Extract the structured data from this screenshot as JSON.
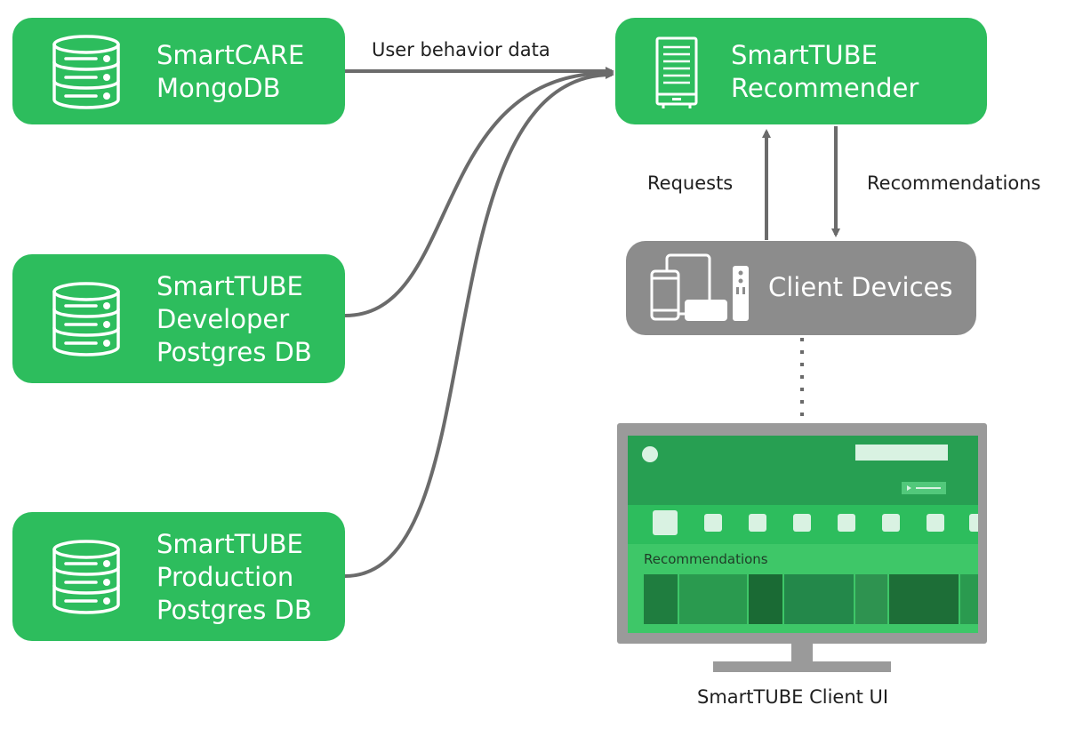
{
  "nodes": {
    "smartcare_db": {
      "label": "SmartCARE\nMongoDB",
      "icon": "database-icon"
    },
    "dev_db": {
      "label": "SmartTUBE\nDeveloper\nPostgres DB",
      "icon": "database-icon"
    },
    "prod_db": {
      "label": "SmartTUBE\nProduction\nPostgres DB",
      "icon": "database-icon"
    },
    "recommender": {
      "label": "SmartTUBE\nRecommender",
      "icon": "server-rack-icon"
    },
    "client_devices": {
      "label": "Client Devices",
      "icon": "devices-icon"
    }
  },
  "edges": {
    "user_behavior": "User behavior data",
    "requests": "Requests",
    "recommendations": "Recommendations"
  },
  "client_ui": {
    "screen_label": "Recommendations",
    "caption": "SmartTUBE Client UI"
  },
  "colors": {
    "node_green": "#2dbd5d",
    "node_gray": "#8c8c8c",
    "arrow": "#6b6b6b",
    "tv_frame": "#9a9a9a"
  }
}
